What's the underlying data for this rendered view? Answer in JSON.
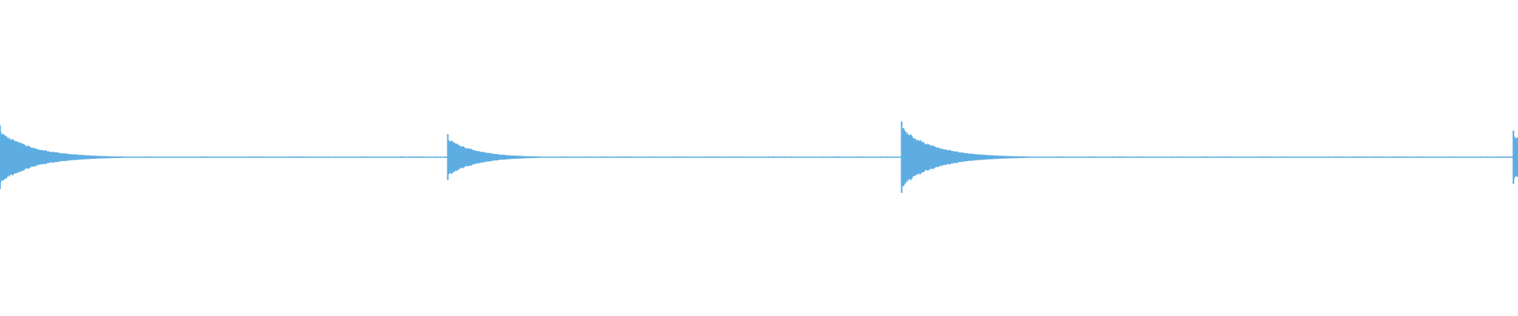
{
  "waveform": {
    "color": "#5dade2",
    "background": "#ffffff",
    "duration": 1.0,
    "onsets": [
      {
        "time": 0.0,
        "peak": 0.5,
        "decay": 0.022
      },
      {
        "time": 0.295,
        "peak": 0.36,
        "decay": 0.018
      },
      {
        "time": 0.594,
        "peak": 0.56,
        "decay": 0.022
      },
      {
        "time": 0.997,
        "peak": 0.42,
        "decay": 0.02
      }
    ],
    "noise_floor": 0.012
  }
}
